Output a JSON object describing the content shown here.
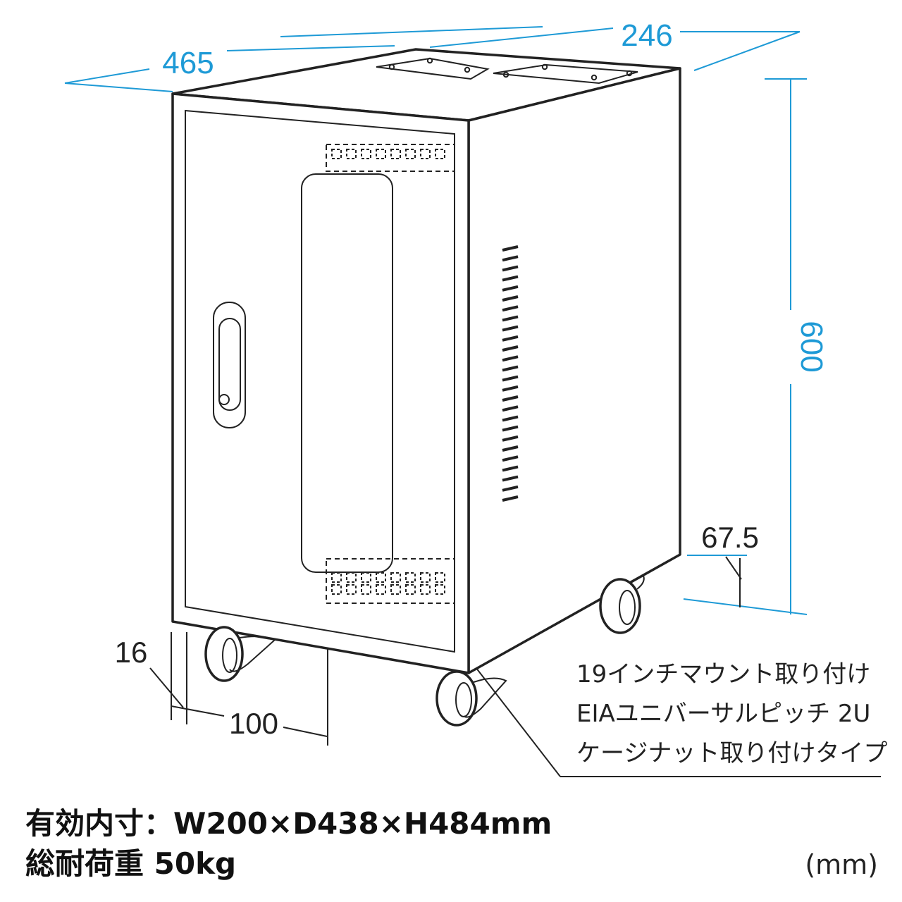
{
  "dimensions": {
    "depth": "465",
    "width": "246",
    "height": "600",
    "caster_offset": "67.5",
    "side_margin": "16",
    "mount_offset": "100"
  },
  "mount_note": {
    "line1": "19インチマウント取り付け",
    "line2": "EIAユニバーサルピッチ 2U",
    "line3": "ケージナット取り付けタイプ"
  },
  "specs": {
    "inner_size": "有効内寸：W200×D438×H484mm",
    "load_capacity": "総耐荷重 50kg"
  },
  "unit": "(mm)",
  "colors": {
    "dimension": "#1e9ad6",
    "outline": "#222222",
    "background": "#ffffff"
  },
  "icons": [
    "door-handle-icon",
    "vent-slots-icon",
    "caster-icon",
    "cable-port-icon"
  ]
}
